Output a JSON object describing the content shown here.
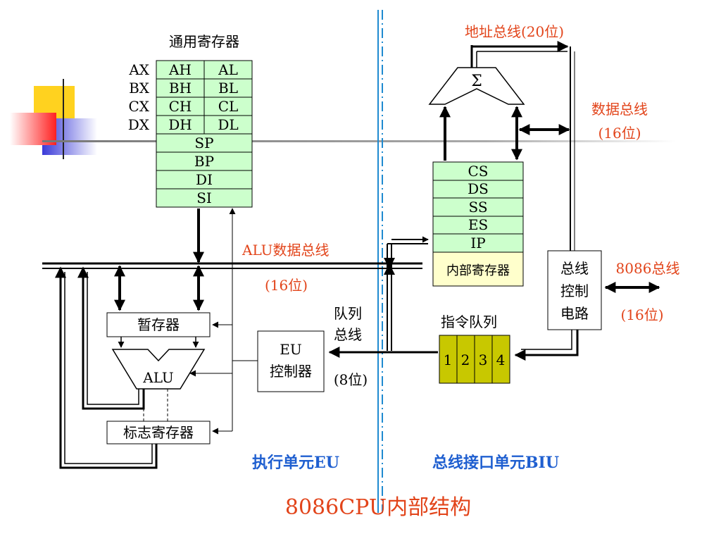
{
  "colors": {
    "register_fill": "#ccffcc",
    "queue_fill": "#c8c800",
    "internal_fill": "#ffffcc",
    "red_text": "#e2441a",
    "blue_text": "#1f5fd0",
    "divider": "#1f8ad0"
  },
  "gp_registers": {
    "title": "通用寄存器",
    "rows": [
      {
        "name": "AX",
        "high": "AH",
        "low": "AL"
      },
      {
        "name": "BX",
        "high": "BH",
        "low": "BL"
      },
      {
        "name": "CX",
        "high": "CH",
        "low": "CL"
      },
      {
        "name": "DX",
        "high": "DH",
        "low": "DL"
      }
    ],
    "pointers": [
      "SP",
      "BP",
      "DI",
      "SI"
    ]
  },
  "segment_registers": {
    "items": [
      "CS",
      "DS",
      "SS",
      "ES",
      "IP"
    ],
    "label": "内部寄存器"
  },
  "buses": {
    "alu_bus": "ALU数据总线",
    "alu_bus_width": "(16位)",
    "address_bus": "地址总线(20位)",
    "data_bus": "数据总线",
    "data_bus_width": "(16位)",
    "queue_bus_line1": "队列",
    "queue_bus_line2": "总线",
    "queue_bus_width": "(8位)",
    "external_bus": "8086总线",
    "external_bus_width": "(16位)"
  },
  "eu": {
    "temp_register": "暂存器",
    "alu": "ALU",
    "flags_register": "标志寄存器",
    "controller_line1": "EU",
    "controller_line2": "控制器",
    "section_label": "执行单元EU"
  },
  "biu": {
    "adder_symbol": "Σ",
    "bus_control_line1": "总线",
    "bus_control_line2": "控制",
    "bus_control_line3": "电路",
    "instruction_queue_label": "指令队列",
    "queue_slots": [
      "1",
      "2",
      "3",
      "4"
    ],
    "section_label": "总线接口单元BIU"
  },
  "caption": "8086CPU内部结构"
}
